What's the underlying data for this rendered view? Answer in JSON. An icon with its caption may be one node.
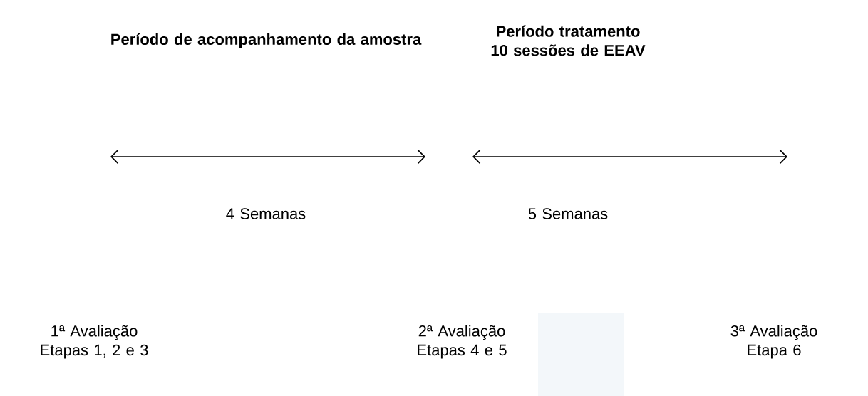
{
  "diagram": {
    "labels": [
      "Período de acompanhamento da amostra",
      "Período tratamento 10 sessões de EEAV",
      "4 Semanas",
      "5 Semanas",
      "1ª Avaliação Etapas 1, 2 e 3",
      "2ª Avaliação Etapas 4 e 5",
      "3ª Avaliação Etapa 6"
    ]
  }
}
